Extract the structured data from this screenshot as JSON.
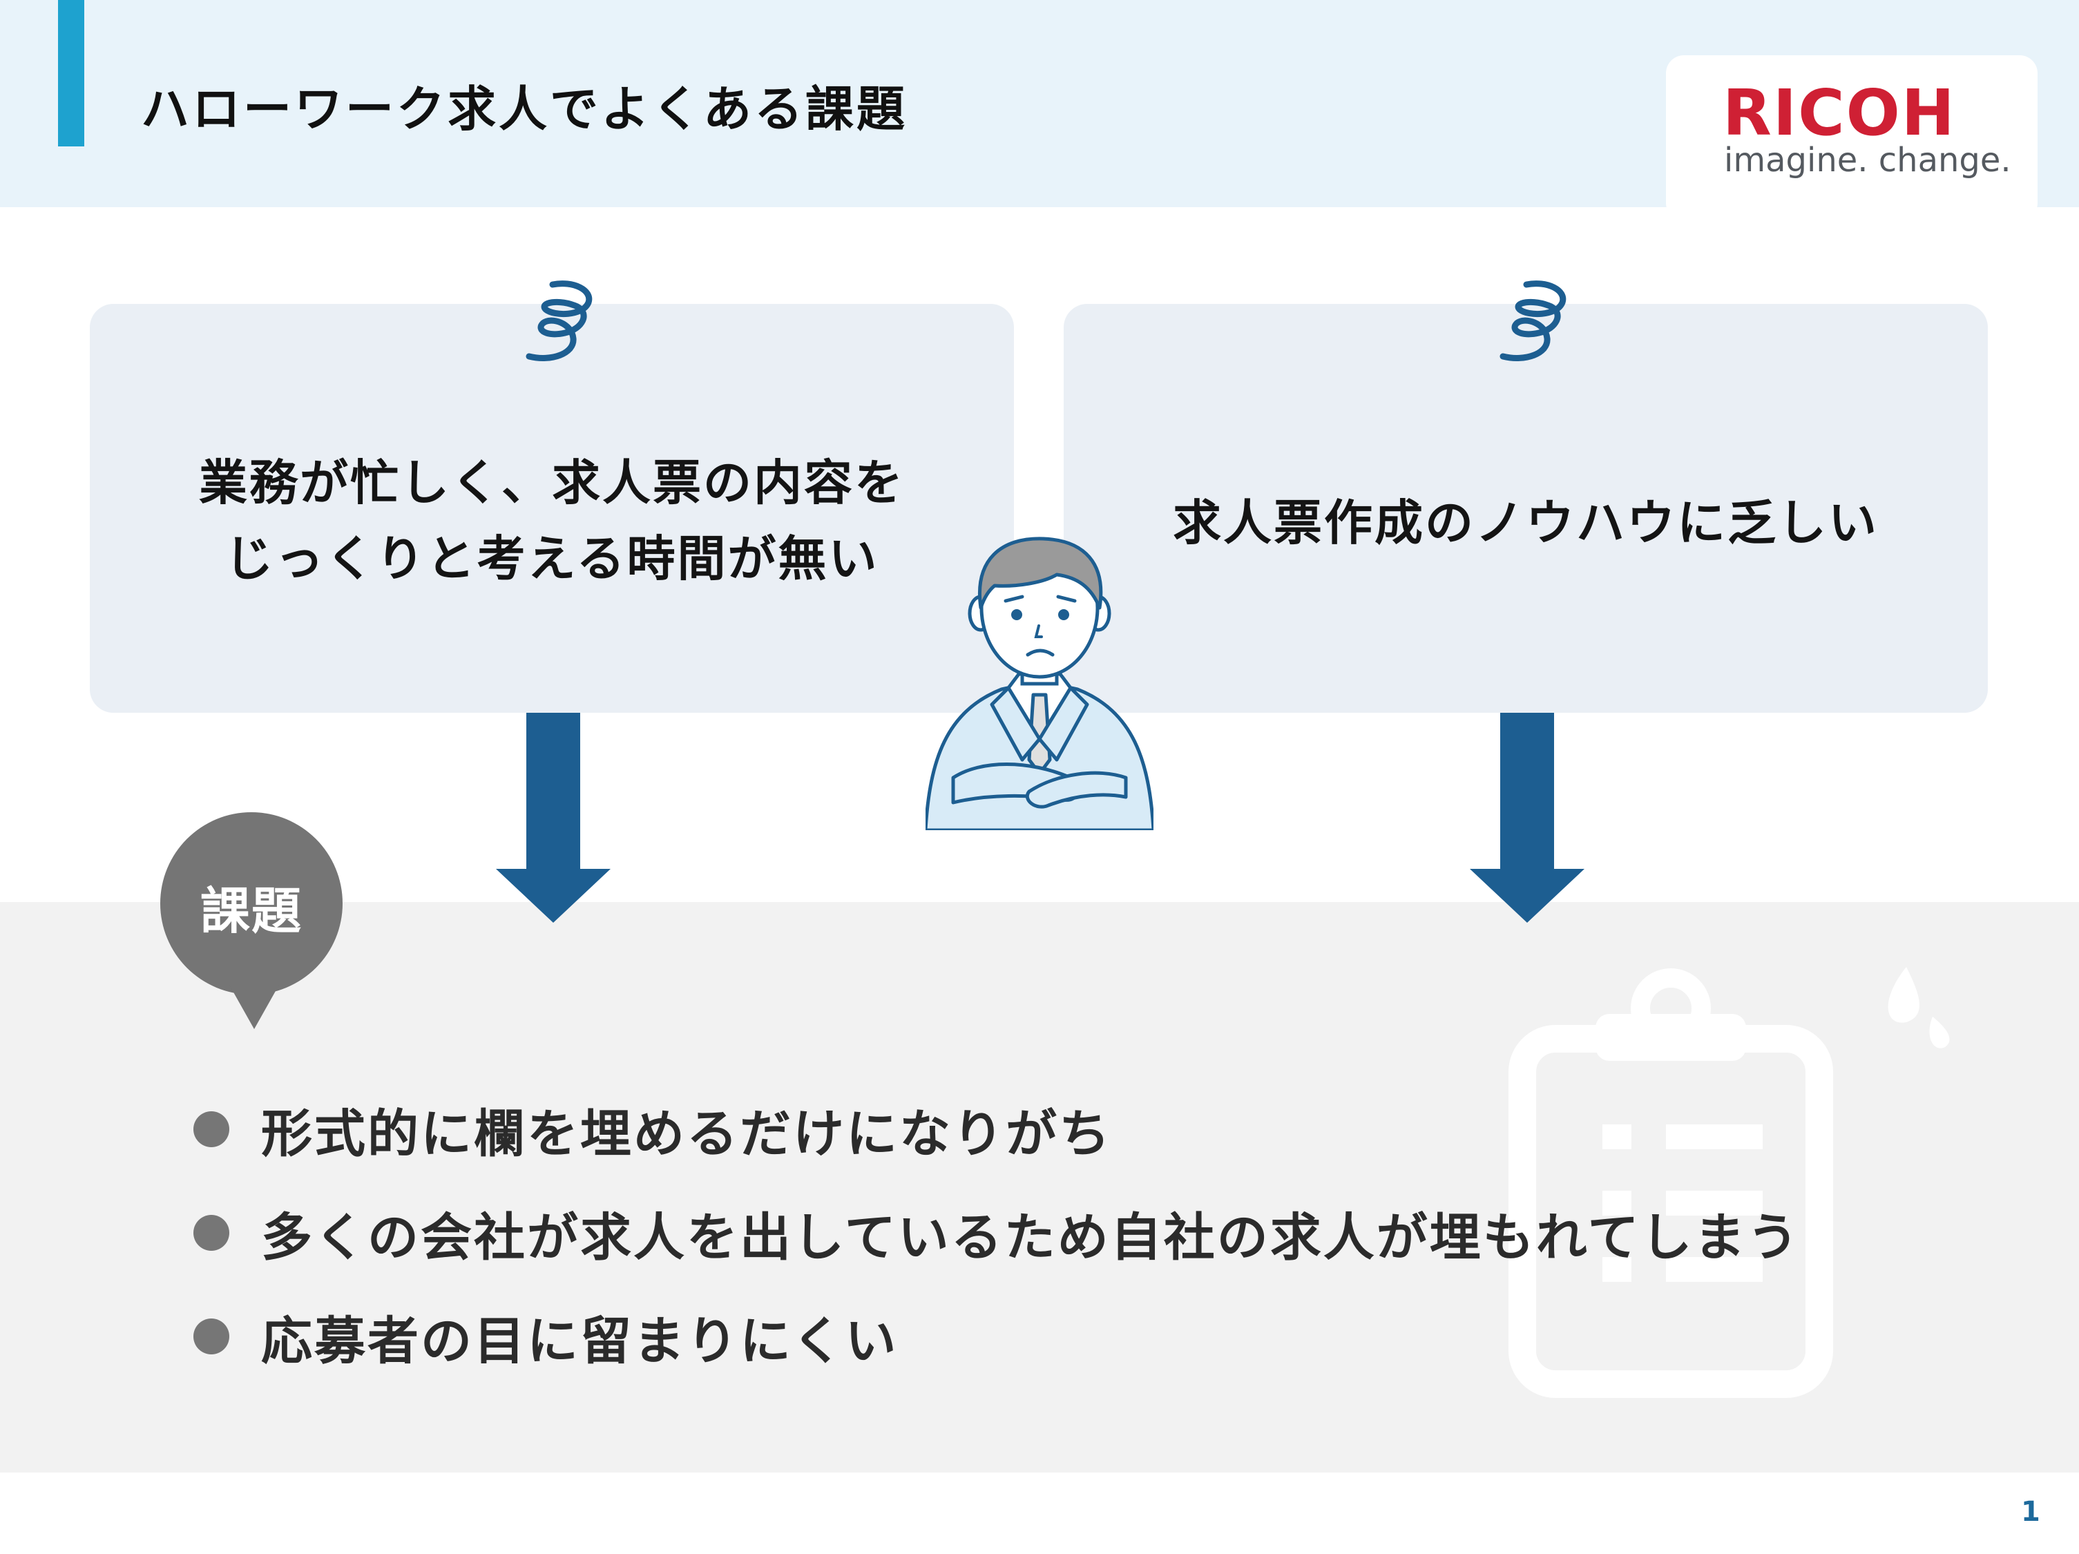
{
  "header": {
    "title": "ハローワーク求人でよくある課題"
  },
  "logo": {
    "brand": "RICOH",
    "tagline": "imagine. change."
  },
  "problems": [
    {
      "lines": [
        "業務が忙しく、求人票の内容を",
        "じっくりと考える時間が無い"
      ]
    },
    {
      "lines": [
        "求人票作成のノウハウに乏しい"
      ]
    }
  ],
  "issues_badge": "課題",
  "issues": [
    "形式的に欄を埋めるだけになりがち",
    "多くの会社が求人を出しているため自社の求人が埋もれてしまう",
    "応募者の目に留まりにくい"
  ],
  "page_number": "1",
  "colors": {
    "header_bg": "#e8f3fa",
    "accent": "#1ea2cf",
    "arrow": "#1d5e91",
    "brand_red": "#cf2034",
    "badge": "#757575"
  },
  "icons": [
    "swirl-icon",
    "down-arrow-icon",
    "clipboard-icon",
    "worried-businessman-illustration"
  ]
}
